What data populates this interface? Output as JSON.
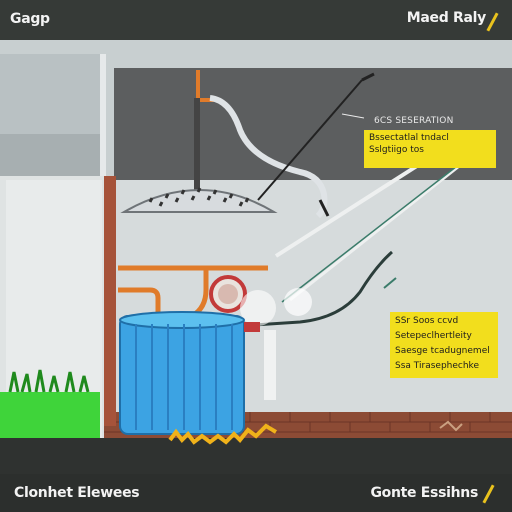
{
  "header": {
    "left_title": "Gagp",
    "right_title": "Maed Raly"
  },
  "footer": {
    "left_text": "Clonhet Elewees",
    "right_text": "Gonte Essihns"
  },
  "callout_top": {
    "heading": "6CS SESERATION",
    "rows": [
      "Bssectatlal tndacl",
      "Sslgtiigo tos"
    ]
  },
  "callout_side": {
    "rows": [
      "SSr   Soos ccvd",
      "Setepeclhertleity",
      "Saesge tcadugnemel",
      "Ssa   Tirasephechke"
    ]
  },
  "icons": {
    "title_accent": "pencil-icon",
    "footer_accent": "pencil-icon"
  },
  "colors": {
    "accent": "#f2de1d",
    "tank": "#3ca3e3",
    "pipe": "#e07b2a",
    "grass": "#3fd43a"
  }
}
